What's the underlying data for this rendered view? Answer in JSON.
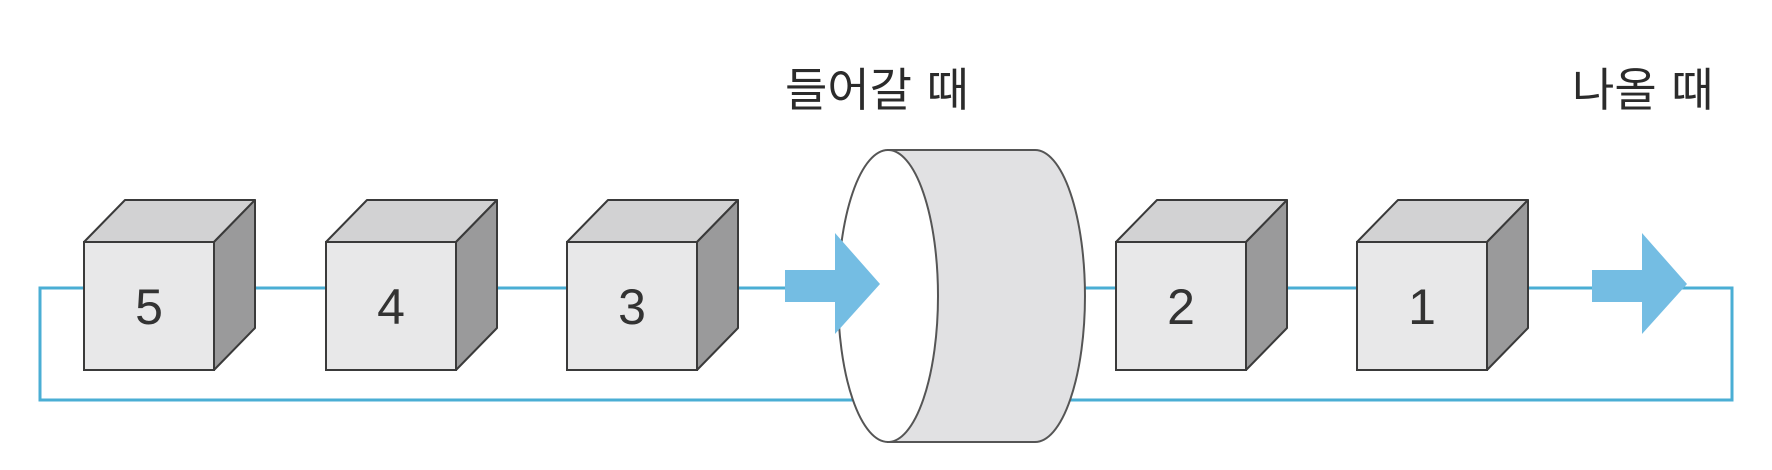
{
  "labels": {
    "enter": "들어갈 때",
    "exit": "나올 때"
  },
  "boxes": [
    {
      "number": "5"
    },
    {
      "number": "4"
    },
    {
      "number": "3"
    },
    {
      "number": "2"
    },
    {
      "number": "1"
    }
  ],
  "colors": {
    "loop_line": "#4aaed4",
    "arrow": "#74bde3",
    "box_front": "#e8e8e9",
    "box_top": "#d2d2d3",
    "box_side": "#9a9a9b",
    "cylinder": "#e1e1e3"
  }
}
